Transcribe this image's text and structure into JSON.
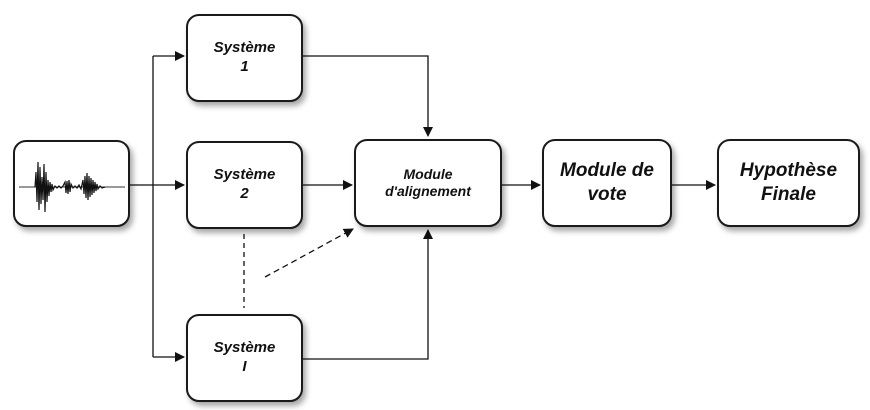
{
  "diagram": {
    "nodes": {
      "system1": {
        "line1": "Système",
        "line2": "1"
      },
      "system2": {
        "line1": "Système",
        "line2": "2"
      },
      "systemI": {
        "line1": "Système",
        "line2": "I"
      },
      "alignment": {
        "line1": "Module",
        "line2": "d'alignement"
      },
      "vote": {
        "line1": "Module de",
        "line2": "vote"
      },
      "final": {
        "line1": "Hypothèse",
        "line2": "Finale"
      }
    },
    "input_icon": "audio-waveform-icon",
    "edges": [
      {
        "from": "audio-input",
        "to": "system1",
        "style": "solid"
      },
      {
        "from": "audio-input",
        "to": "system2",
        "style": "solid"
      },
      {
        "from": "audio-input",
        "to": "systemI",
        "style": "solid"
      },
      {
        "from": "system1",
        "to": "alignment",
        "style": "solid"
      },
      {
        "from": "system2",
        "to": "alignment",
        "style": "solid"
      },
      {
        "from": "systemI",
        "to": "alignment",
        "style": "solid"
      },
      {
        "from": "system2",
        "to": "systemI",
        "style": "dashed"
      },
      {
        "from": "intermediate-systems",
        "to": "alignment",
        "style": "dashed"
      },
      {
        "from": "alignment",
        "to": "vote",
        "style": "solid"
      },
      {
        "from": "vote",
        "to": "final",
        "style": "solid"
      }
    ]
  }
}
